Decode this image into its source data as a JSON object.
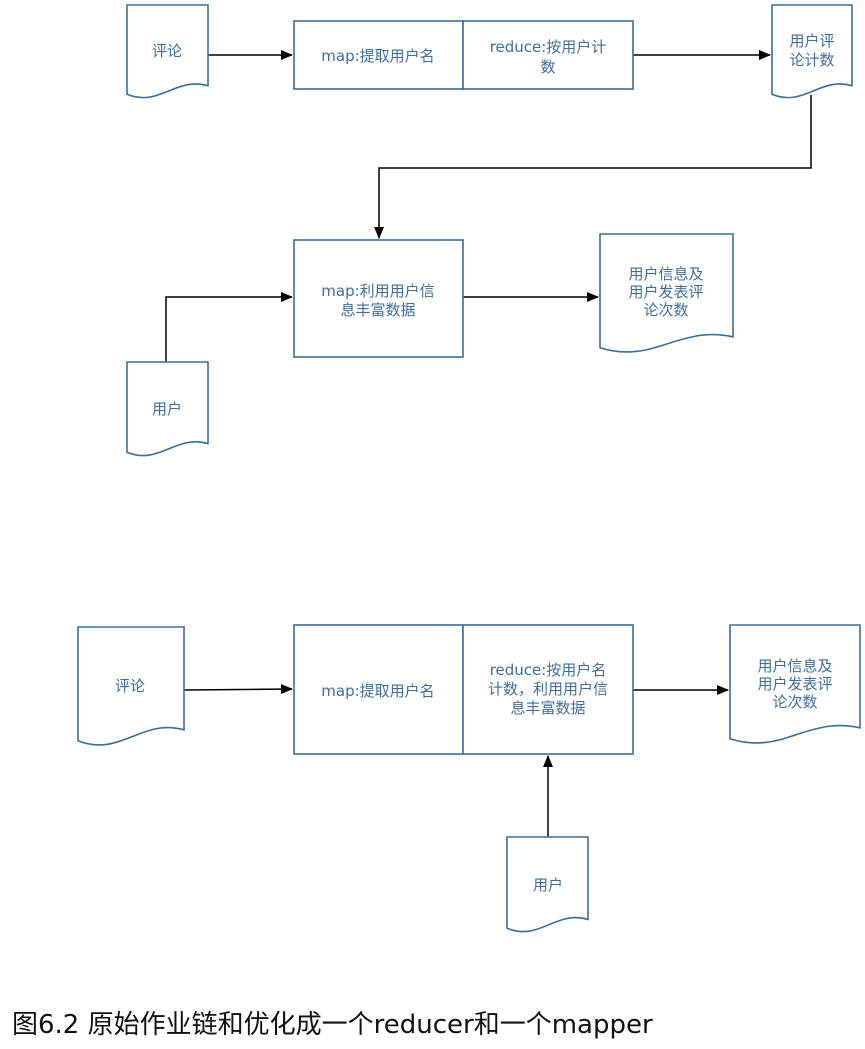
{
  "top": {
    "doc_comments": [
      "评论"
    ],
    "map_box": [
      "map:提取用户名"
    ],
    "reduce_box": [
      "reduce:按用户计",
      "数"
    ],
    "doc_user_counts": [
      "用户评",
      "论计数"
    ],
    "map2_box": [
      "map:利用用户信",
      "息丰富数据"
    ],
    "doc_output": [
      "用户信息及",
      "用户发表评",
      "论次数"
    ],
    "doc_users": [
      "用户"
    ]
  },
  "bottom": {
    "doc_comments": [
      "评论"
    ],
    "map_box": [
      "map:提取用户名"
    ],
    "reduce_box": [
      "reduce:按用户名",
      "计数，利用用户信",
      "息丰富数据"
    ],
    "doc_output": [
      "用户信息及",
      "用户发表评",
      "论次数"
    ],
    "doc_users": [
      "用户"
    ]
  },
  "caption": "图6.2 原始作业链和优化成一个reducer和一个mapper",
  "colors": {
    "stroke": "#3a6d9a",
    "text": "#3f6e9c",
    "arrow": "#000000"
  }
}
